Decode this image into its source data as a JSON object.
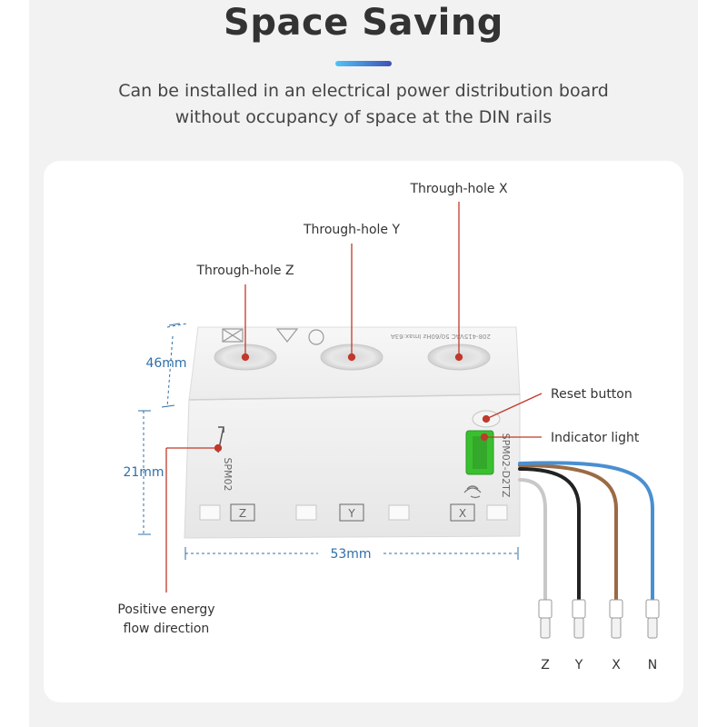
{
  "header": {
    "title": "Space Saving",
    "subtitle_line1": "Can be installed in an electrical power distribution board",
    "subtitle_line2": "without occupancy of space at the DIN rails"
  },
  "callouts": {
    "through_hole_x": "Through-hole X",
    "through_hole_y": "Through-hole Y",
    "through_hole_z": "Through-hole Z",
    "reset_button": "Reset button",
    "indicator_light": "Indicator light",
    "energy_flow_line1": "Positive energy",
    "energy_flow_line2": "flow direction"
  },
  "dimensions": {
    "height_top": "46mm",
    "height_front": "21mm",
    "width": "53mm"
  },
  "device": {
    "model_left": "SPM02",
    "model_right": "SPM02-D2TZ",
    "terminal_z": "Z",
    "terminal_y": "Y",
    "terminal_x": "X",
    "spec_text": "208-415VAC 50/60Hz Imax:63A"
  },
  "wires": {
    "labels": [
      "Z",
      "Y",
      "X",
      "N"
    ],
    "colors": [
      "#c8c8c8",
      "#222222",
      "#9b6b43",
      "#4a8fd0"
    ]
  },
  "colors": {
    "callout_line": "#c0392b",
    "dimension": "#2e6fa8",
    "indicator_green": "#39c02f"
  }
}
